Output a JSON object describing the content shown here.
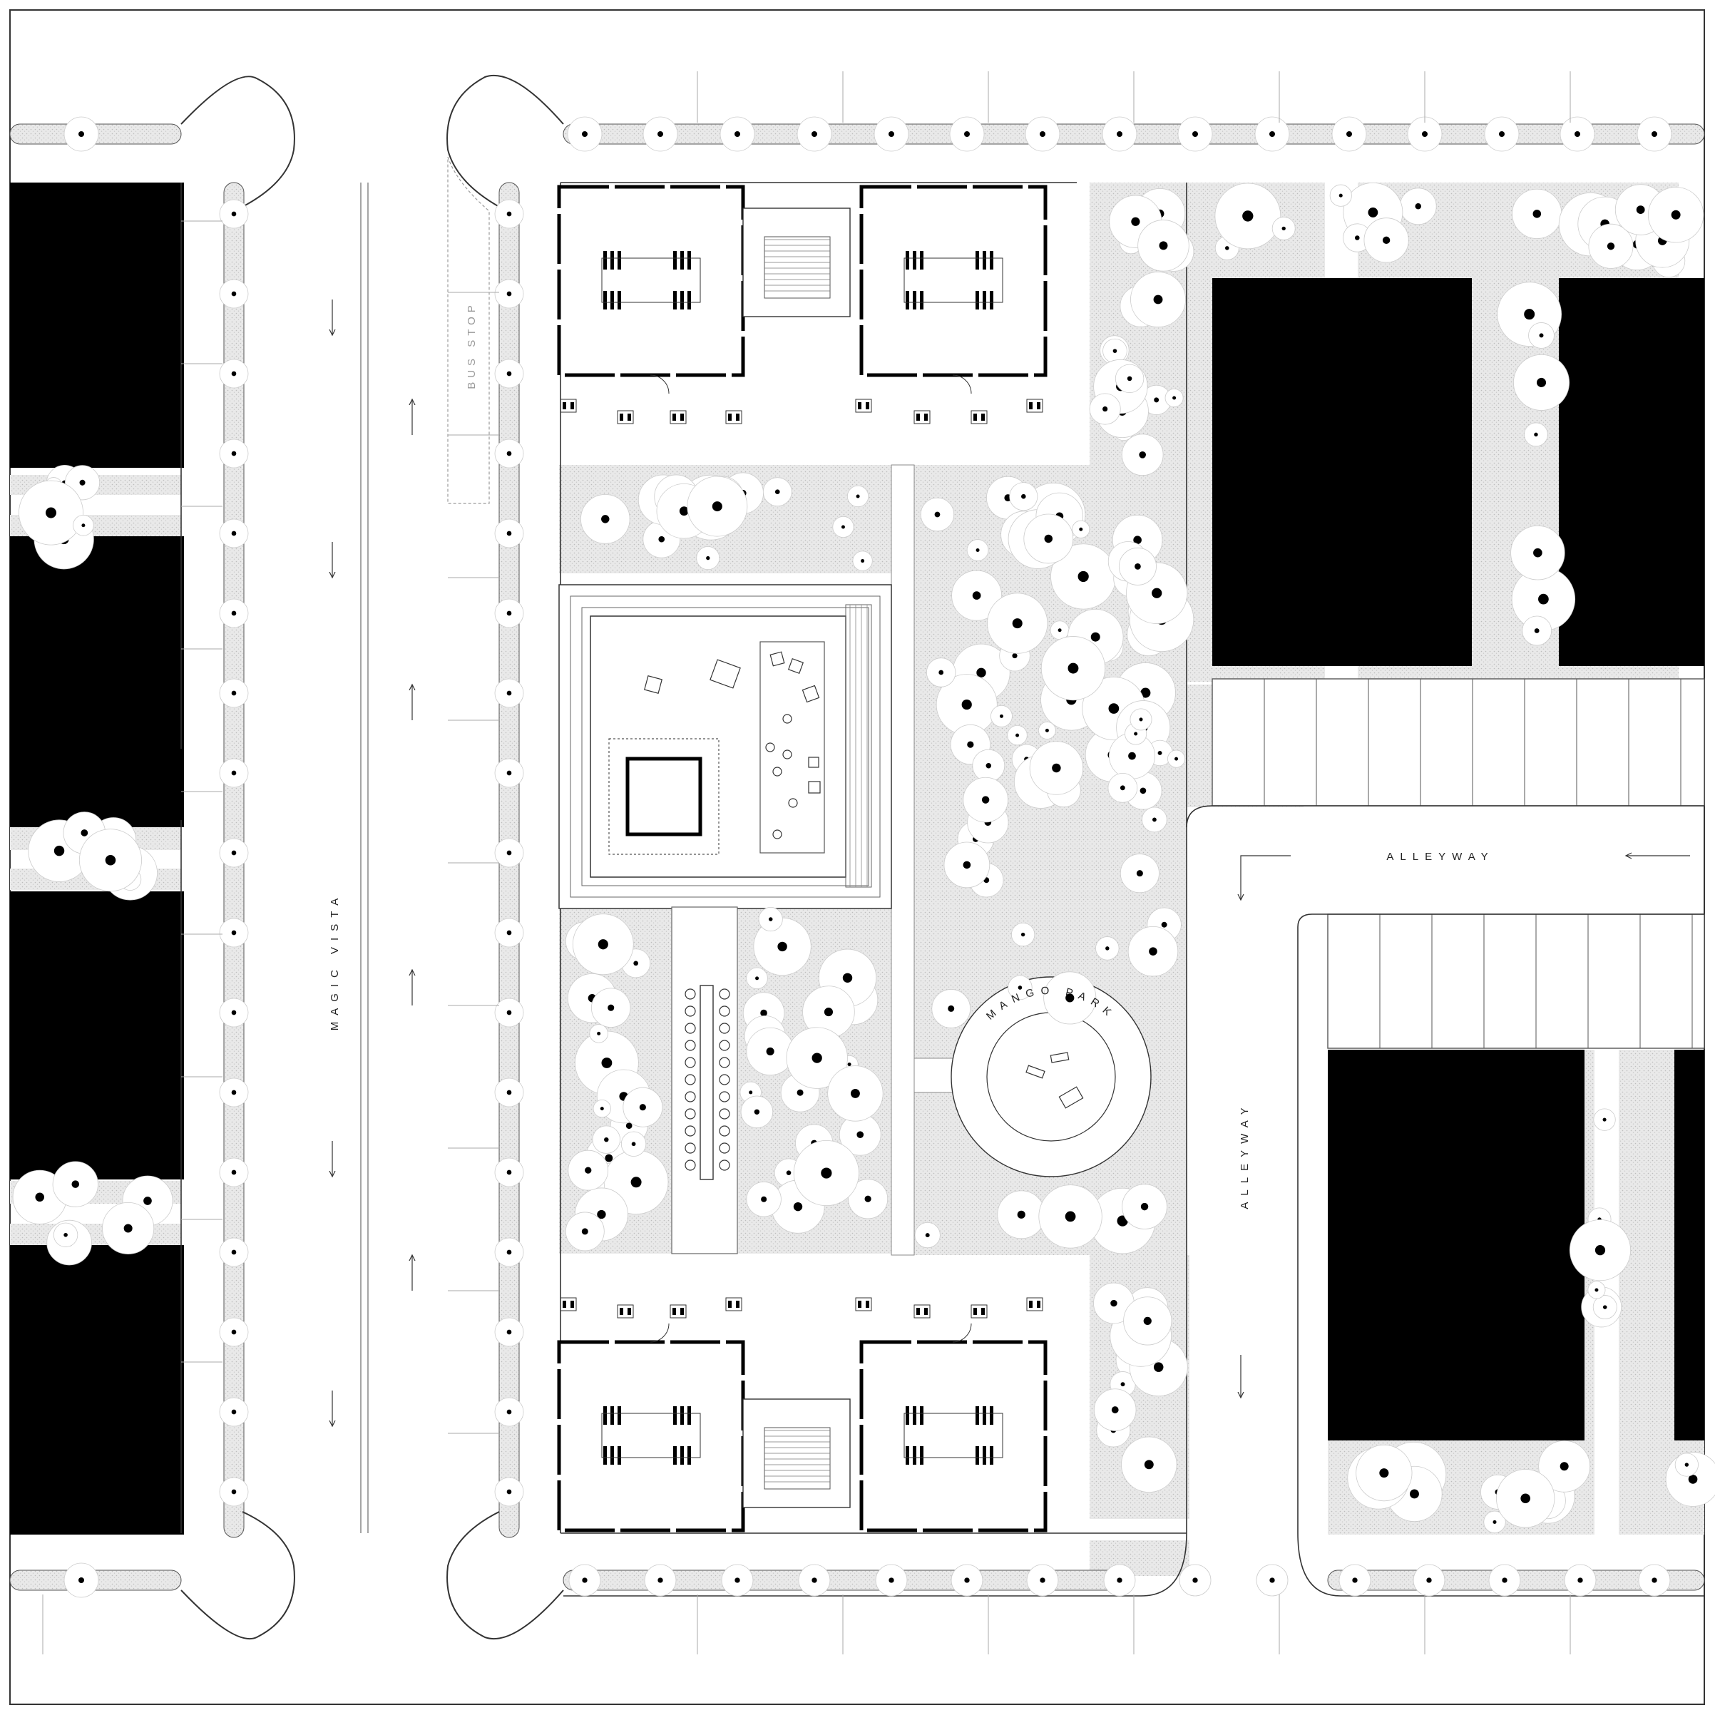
{
  "labels": {
    "street": "MAGIC VISTA",
    "bus_stop": "BUS STOP",
    "alley_horizontal": "ALLEYWAY",
    "alley_vertical": "ALLEYWAY",
    "park": "MANGO PARK"
  },
  "colors": {
    "background": "#ffffff",
    "building": "#000000",
    "planting": "#e6e6e6",
    "line": "#1a1a1a",
    "thin_line": "#888888",
    "bus_stop": "#9a9a9a"
  },
  "legend_icons": [
    "tree-icon",
    "bench-icon",
    "table-icon",
    "stair-icon",
    "door-icon",
    "arrow-icon"
  ]
}
